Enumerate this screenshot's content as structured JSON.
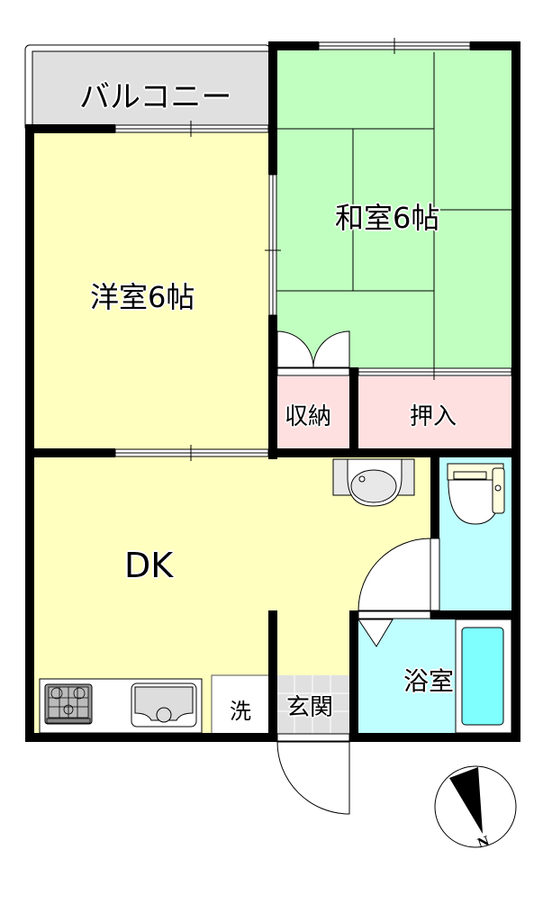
{
  "floor_plan": {
    "layout": "2DK",
    "rooms": [
      {
        "id": "balcony",
        "label": "バルコニー",
        "color": "#e0e0e0"
      },
      {
        "id": "western",
        "label": "洋室6帖",
        "color": "#ffffc0"
      },
      {
        "id": "japanese",
        "label": "和室6帖",
        "color": "#c0ffc0"
      },
      {
        "id": "storage",
        "label": "収納",
        "color": "#ffe0e0"
      },
      {
        "id": "closet",
        "label": "押入",
        "color": "#ffe0e0"
      },
      {
        "id": "dk",
        "label": "DK",
        "color": "#ffffc0"
      },
      {
        "id": "toilet",
        "label": "",
        "color": "#c0ffff"
      },
      {
        "id": "bath",
        "label": "浴室",
        "color": "#c0ffff"
      },
      {
        "id": "washer",
        "label": "洗",
        "color": "#ffffff"
      },
      {
        "id": "entrance",
        "label": "玄関",
        "color": "#e0e0e0"
      }
    ],
    "fixtures": [
      "kitchen-stove",
      "kitchen-sink",
      "wash-basin",
      "toilet",
      "bathtub"
    ],
    "compass": {
      "label": "N",
      "direction_deg": 165
    }
  }
}
